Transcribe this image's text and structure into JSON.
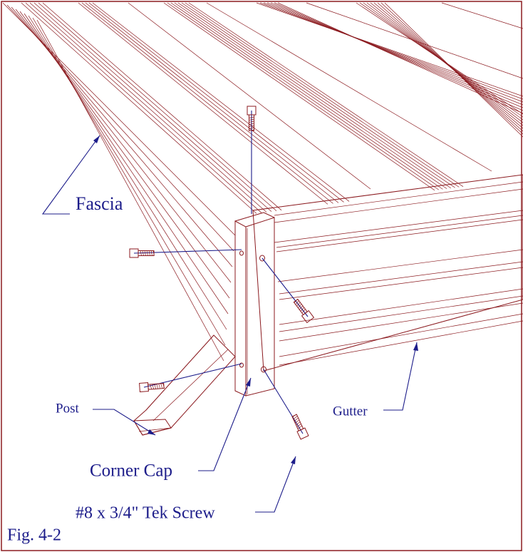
{
  "figure": {
    "caption": "Fig. 4-2",
    "colors": {
      "line": "#8b1a1f",
      "label": "#1c1c8a",
      "border": "#8b1a1f",
      "background": "#ffffff"
    },
    "labels": {
      "fascia": "Fascia",
      "post": "Post",
      "gutter": "Gutter",
      "corner_cap": "Corner Cap",
      "screw": "#8 x 3/4\" Tek Screw"
    }
  }
}
